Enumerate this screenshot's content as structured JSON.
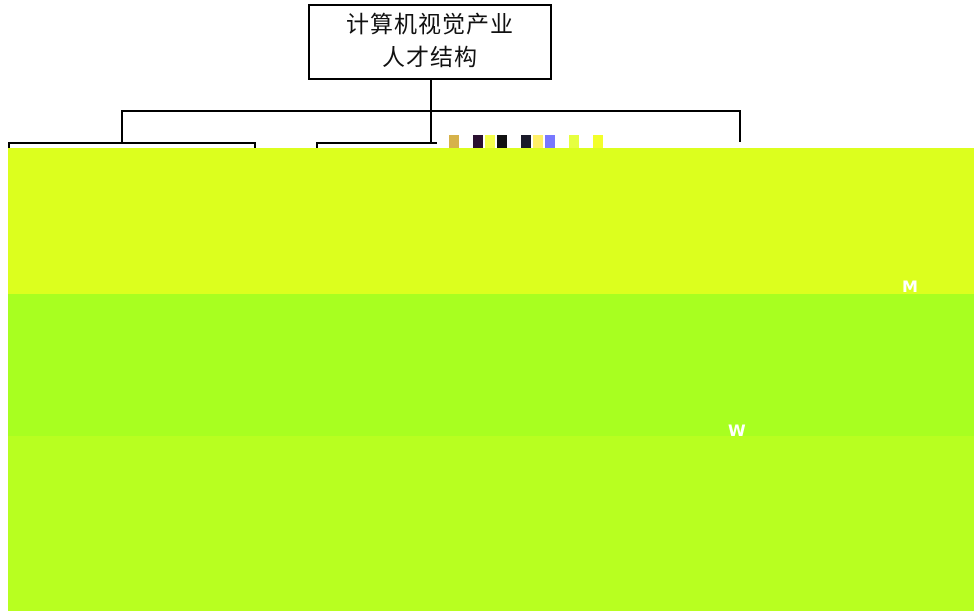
{
  "diagram": {
    "root": {
      "line1": "计算机视觉产业",
      "line2": "人才结构"
    },
    "colors": {
      "band_top": "#dcff1e",
      "band_mid": "#a8ff20",
      "band_bottom": "#b8ff20",
      "artifact_1": "#111111",
      "artifact_2": "#ffffff",
      "artifact_3": "#cc9933",
      "artifact_4": "#7777ff"
    },
    "glyphs": {
      "right_top": "M",
      "center_mid": "W"
    }
  }
}
